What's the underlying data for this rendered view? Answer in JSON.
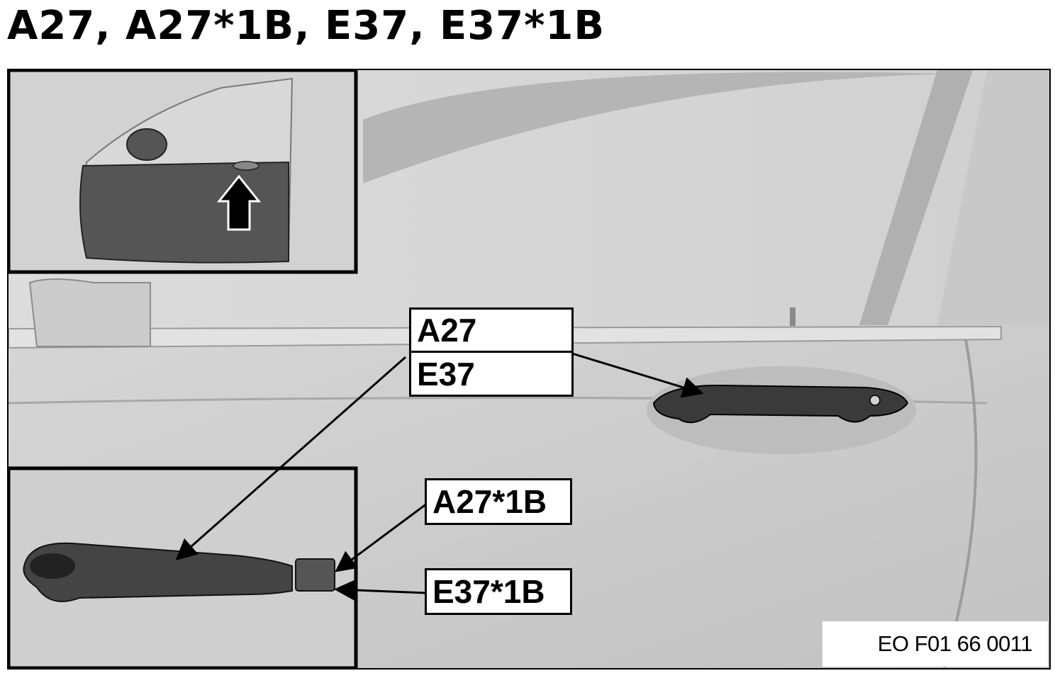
{
  "title": "A27, A27*1B, E37, E37*1B",
  "labels": {
    "a27": "A27",
    "e37": "E37",
    "a27_1b": "A27*1B",
    "e37_1b": "E37*1B"
  },
  "figure_code": "EO F01 66 0011",
  "colors": {
    "background": "#ffffff",
    "panel_grey": "#cfcfcf",
    "part_dark": "#3a3a3a",
    "outline": "#000000"
  }
}
